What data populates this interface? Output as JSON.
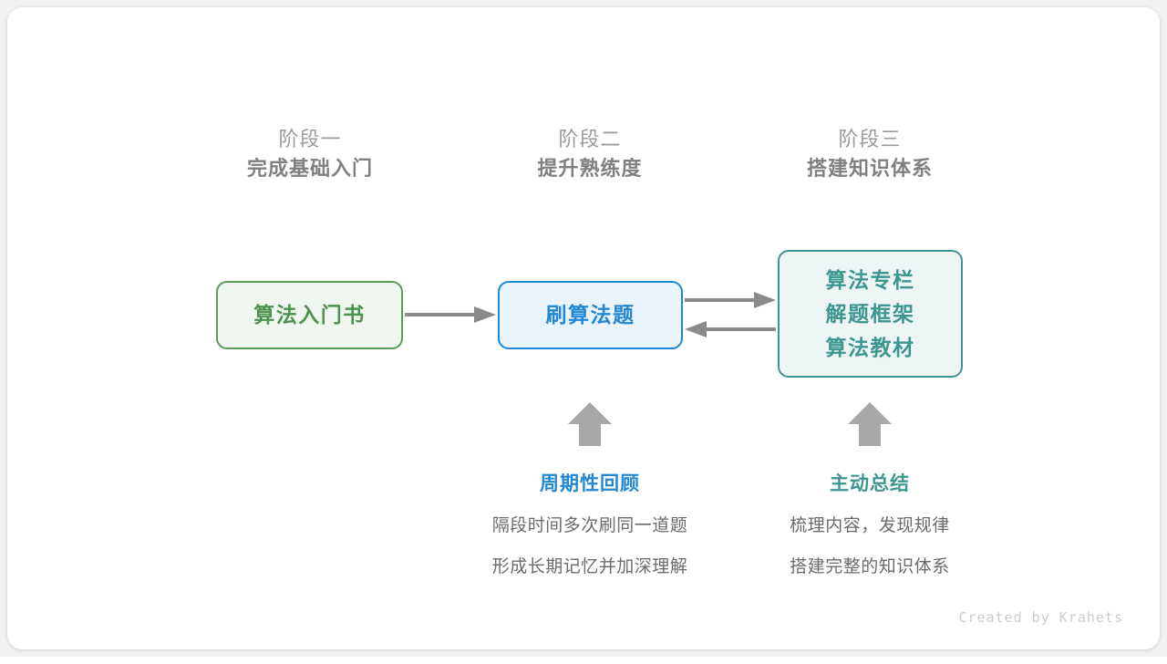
{
  "diagram": {
    "title_phases": [
      {
        "name": "阶段一",
        "goal": "完成基础入门"
      },
      {
        "name": "阶段二",
        "goal": "提升熟练度"
      },
      {
        "name": "阶段三",
        "goal": "搭建知识体系"
      }
    ],
    "nodes": [
      {
        "id": "book",
        "lines": [
          "算法入门书"
        ],
        "color": "#4d9350",
        "border": "#5a9d5a",
        "fill": "#f0f7f0"
      },
      {
        "id": "practice",
        "lines": [
          "刷算法题"
        ],
        "color": "#2487d4",
        "border": "#1f87d4",
        "fill": "#e9f4fd"
      },
      {
        "id": "knowledge",
        "lines": [
          "算法专栏",
          "解题框架",
          "算法教材"
        ],
        "color": "#3d9690",
        "border": "#3d9690",
        "fill": "#edf6f5"
      }
    ],
    "notes": [
      {
        "id": "review",
        "title": "周期性回顾",
        "title_color": "#2487d4",
        "desc_lines": [
          "隔段时间多次刷同一道题",
          "形成长期记忆并加深理解"
        ]
      },
      {
        "id": "summary",
        "title": "主动总结",
        "title_color": "#3d9690",
        "desc_lines": [
          "梳理内容，发现规律",
          "搭建完整的知识体系"
        ]
      }
    ],
    "arrow_color": "#8a8a8a",
    "credit": "Created by Krahets"
  }
}
